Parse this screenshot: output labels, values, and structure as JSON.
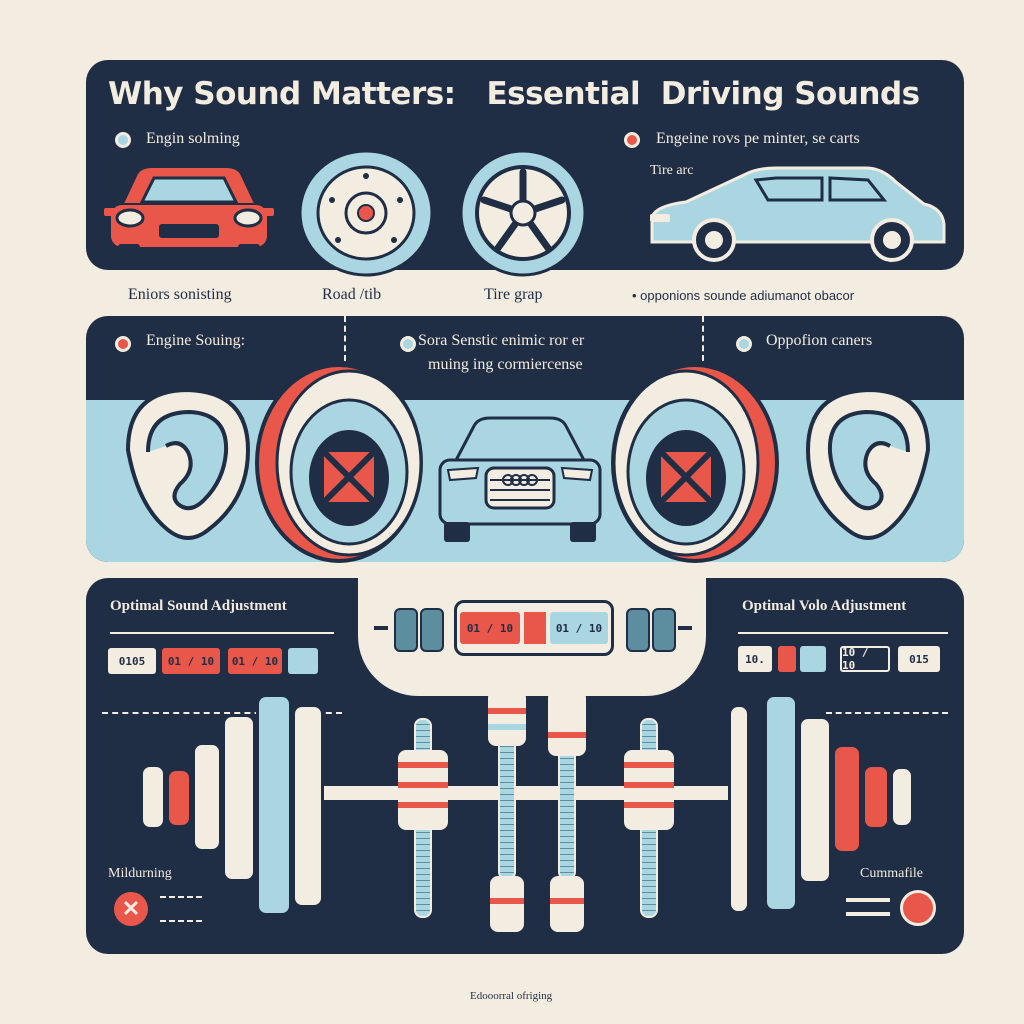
{
  "title": "Why Sound Matters:   Essential  Driving Sounds",
  "top": {
    "item1": "Engin solming",
    "item2_line1": "Engeine rovs pe minter, se carts",
    "item2_line2": "Tire arc",
    "label_car": "Eniors sonisting",
    "label_wheel1": "Road /tib",
    "label_wheel2": "Tire grap",
    "label_right": "• opponions sounde adiumanot obacor"
  },
  "middle": {
    "item1": "Engine  Souing:",
    "item2_line1": "Sora Senstic enimic ror er",
    "item2_line2": "muing ing cormiercense",
    "item3": "Oppofion caners"
  },
  "bottom": {
    "left_title": "Optimal Sound Adjustment",
    "right_title": "Optimal Volo Adjustment",
    "left_chips": [
      "0105",
      "01 / 10",
      "01 / 10",
      ""
    ],
    "center_chips": [
      "01 / 10",
      "01 / 10"
    ],
    "right_chips": [
      "10.",
      "",
      "",
      "10 / 10",
      "015"
    ],
    "left_caption": "Mildurning",
    "right_caption": "Cummafile"
  },
  "footer": "Edooorral ofriging",
  "colors": {
    "navy": "#1f2d45",
    "cream": "#f3ece0",
    "coral": "#e8574a",
    "sky": "#a9d6e1"
  },
  "icons": [
    "car-front-icon",
    "wheel-icon",
    "alloy-wheel-icon",
    "sedan-icon",
    "ear-icon",
    "speaker-icon",
    "close-icon"
  ]
}
